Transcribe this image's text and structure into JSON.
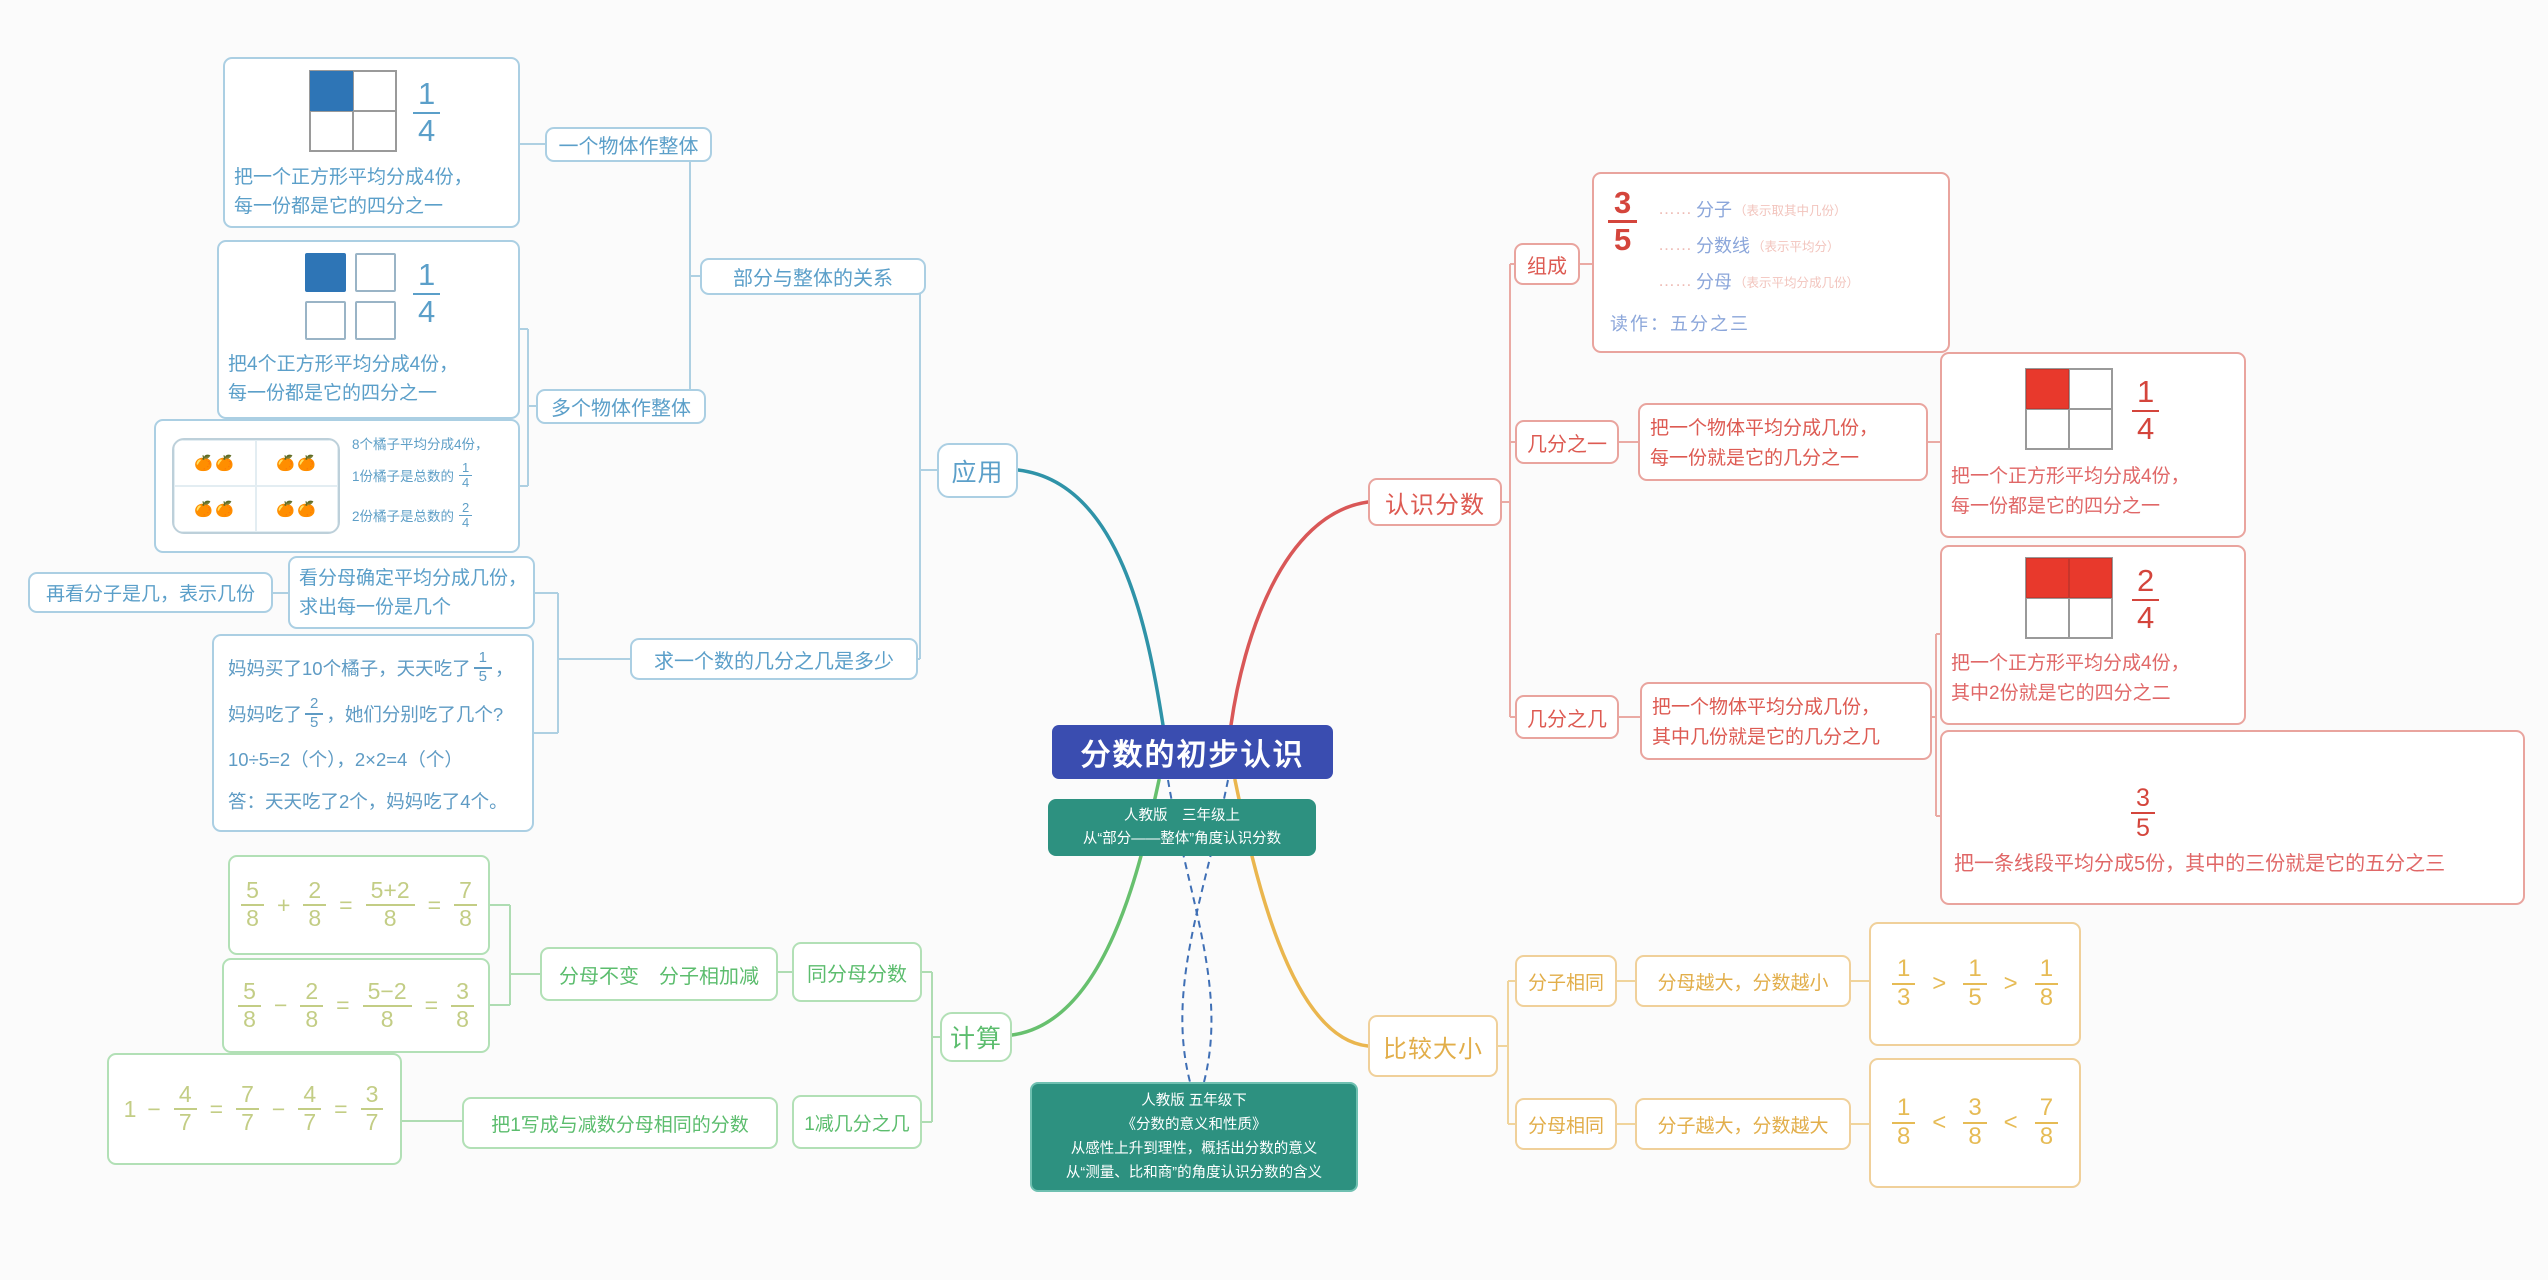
{
  "center": {
    "title": "分数的初步认识",
    "edition_top": [
      "人教版　三年级上",
      "从“部分——整体”角度认识分数"
    ],
    "edition_bottom": [
      "人教版 五年级下",
      "《分数的意义和性质》",
      "从感性上升到理性，概括出分数的意义",
      "从“测量、比和商”的角度认识分数的含义"
    ]
  },
  "colors": {
    "blue_branch": "#5b9fc9",
    "green_branch": "#5cbd6e",
    "red_branch": "#dd5a52",
    "orange_branch": "#e2ae4a",
    "teal_box": "#2d9180",
    "title_bg": "#3a4db0",
    "grid_blue_fill": "#2e75b6",
    "grid_red_fill": "#e8392c"
  },
  "grids": {
    "apply_single": {
      "filled": [
        0
      ]
    },
    "apply_multi": {
      "filled": [
        0
      ]
    },
    "know_unit": {
      "filled": [
        0
      ]
    },
    "know_several": {
      "filled": [
        0,
        1
      ]
    }
  },
  "apply": {
    "node": "应用",
    "part_whole": "部分与整体的关系",
    "single": {
      "label": "一个物体作整体",
      "frac": {
        "n": "1",
        "d": "4"
      },
      "cap": [
        "把一个正方形平均分成4份，",
        "每一份都是它的四分之一"
      ]
    },
    "multi": {
      "label": "多个物体作整体",
      "frac": {
        "n": "1",
        "d": "4"
      },
      "cap": [
        "把4个正方形平均分成4份，",
        "每一份都是它的四分之一"
      ]
    },
    "oranges": {
      "pair": "🍊🍊",
      "l1": "8个橘子平均分成4份，",
      "l2": "1份橘子是总数的",
      "l2f": {
        "n": "1",
        "d": "4"
      },
      "l3": "2份橘子是总数的",
      "l3f": {
        "n": "2",
        "d": "4"
      }
    },
    "find": "求一个数的几分之几是多少",
    "rule_den": [
      "看分母确定平均分成几份，",
      "求出每一份是几个"
    ],
    "rule_num": "再看分子是几，表示几份",
    "problem": {
      "l1": "妈妈买了10个橘子，天天吃了",
      "l1f": {
        "n": "1",
        "d": "5"
      },
      "l1b": "，",
      "l2": "妈妈吃了",
      "l2f": {
        "n": "2",
        "d": "5"
      },
      "l2b": "，她们分别吃了几个?",
      "l3": "10÷5=2（个），2×2=4（个）",
      "l4": "答：天天吃了2个，妈妈吃了4个。"
    }
  },
  "calc": {
    "node": "计算",
    "eq1": [
      {
        "n": "5",
        "d": "8"
      },
      "+",
      {
        "n": "2",
        "d": "8"
      },
      "=",
      {
        "n": "5+2",
        "d": "8"
      },
      "=",
      {
        "n": "7",
        "d": "8"
      }
    ],
    "eq2": [
      {
        "n": "5",
        "d": "8"
      },
      "−",
      {
        "n": "2",
        "d": "8"
      },
      "=",
      {
        "n": "5−2",
        "d": "8"
      },
      "=",
      {
        "n": "3",
        "d": "8"
      }
    ],
    "eq3": [
      "1",
      "−",
      {
        "n": "4",
        "d": "7"
      },
      "=",
      {
        "n": "7",
        "d": "7"
      },
      "−",
      {
        "n": "4",
        "d": "7"
      },
      "=",
      {
        "n": "3",
        "d": "7"
      }
    ],
    "rule_same": "分母不变　分子相加减",
    "same_den": "同分母分数",
    "rule_one": "把1写成与减数分母相同的分数",
    "one_minus": "1减几分之几"
  },
  "know": {
    "node": "认识分数",
    "compose": {
      "label": "组成",
      "frac": {
        "n": "3",
        "d": "5"
      },
      "rows": [
        {
          "dots": "……",
          "term": "分子",
          "note": "（表示取其中几份）"
        },
        {
          "dots": "……",
          "term": "分数线",
          "note": "（表示平均分）"
        },
        {
          "dots": "……",
          "term": "分母",
          "note": "（表示平均分成几份）"
        }
      ],
      "read": "读作：五分之三"
    },
    "unit": {
      "label": "几分之一",
      "desc": [
        "把一个物体平均分成几份，",
        "每一份就是它的几分之一"
      ],
      "example": {
        "frac": {
          "n": "1",
          "d": "4"
        },
        "cap": [
          "把一个正方形平均分成4份，",
          "每一份都是它的四分之一"
        ]
      }
    },
    "several": {
      "label": "几分之几",
      "desc": [
        "把一个物体平均分成几份，",
        "其中几份就是它的几分之几"
      ],
      "example": {
        "frac": {
          "n": "2",
          "d": "4"
        },
        "cap": [
          "把一个正方形平均分成4份，",
          "其中2份就是它的四分之二"
        ]
      },
      "segment": {
        "frac": {
          "n": "3",
          "d": "5"
        },
        "cap": "把一条线段平均分成5份，其中的三份就是它的五分之三"
      }
    }
  },
  "compare": {
    "node": "比较大小",
    "row1": {
      "cond": "分子相同",
      "rule": "分母越大，分数越小",
      "chain": [
        {
          "n": "1",
          "d": "3"
        },
        ">",
        {
          "n": "1",
          "d": "5"
        },
        ">",
        {
          "n": "1",
          "d": "8"
        }
      ]
    },
    "row2": {
      "cond": "分母相同",
      "rule": "分子越大，分数越大",
      "chain": [
        {
          "n": "1",
          "d": "8"
        },
        "<",
        {
          "n": "3",
          "d": "8"
        },
        "<",
        {
          "n": "7",
          "d": "8"
        }
      ]
    }
  }
}
